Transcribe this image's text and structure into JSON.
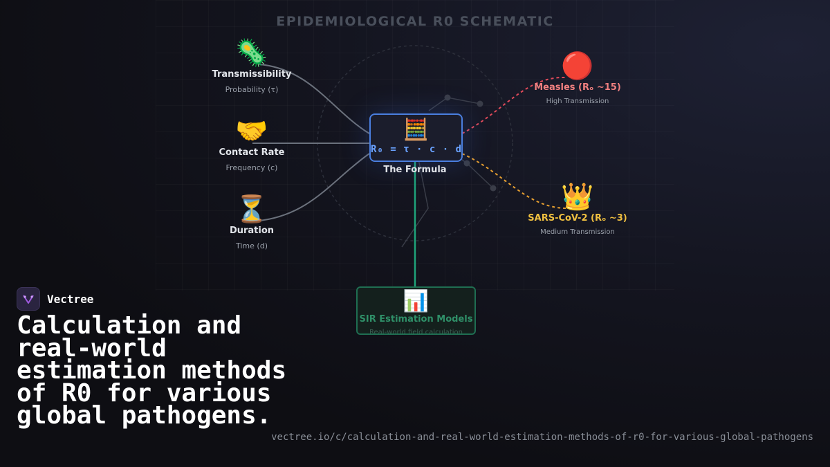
{
  "diagram": {
    "title": "EPIDEMIOLOGICAL R0 SCHEMATIC",
    "inputs": [
      {
        "icon": "microbe-icon",
        "emoji": "🦠",
        "label": "Transmissibility",
        "sub": "Probability (τ)"
      },
      {
        "icon": "handshake-icon",
        "emoji": "🤝",
        "label": "Contact Rate",
        "sub": "Frequency (c)"
      },
      {
        "icon": "hourglass-icon",
        "emoji": "⏳",
        "label": "Duration",
        "sub": "Time (d)"
      }
    ],
    "formula": {
      "icon": "abacus-icon",
      "emoji": "🧮",
      "equation": "R₀ = τ · c · d",
      "label": "The Formula"
    },
    "outputs": [
      {
        "icon": "red-circle-icon",
        "emoji": "🔴",
        "label": "Measles (Rₒ ~15)",
        "sub": "High Transmission",
        "color": "#f08080"
      },
      {
        "icon": "crown-icon",
        "emoji": "👑",
        "label": "SARS-CoV-2 (Rₒ ~3)",
        "sub": "Medium Transmission",
        "color": "#f0c040"
      }
    ],
    "model": {
      "icon": "bar-chart-icon",
      "emoji": "📊",
      "label": "SIR Estimation Models",
      "sub": "Real-world field calculation"
    }
  },
  "brand": {
    "name": "Vectree",
    "logo_icon": "vectree-logo-icon",
    "accent": "#a05ae0"
  },
  "headline": "Calculation and real-world estimation methods of R0 for various global pathogens.",
  "url": "vectree.io/c/calculation-and-real-world-estimation-methods-of-r0-for-various-global-pathogens"
}
